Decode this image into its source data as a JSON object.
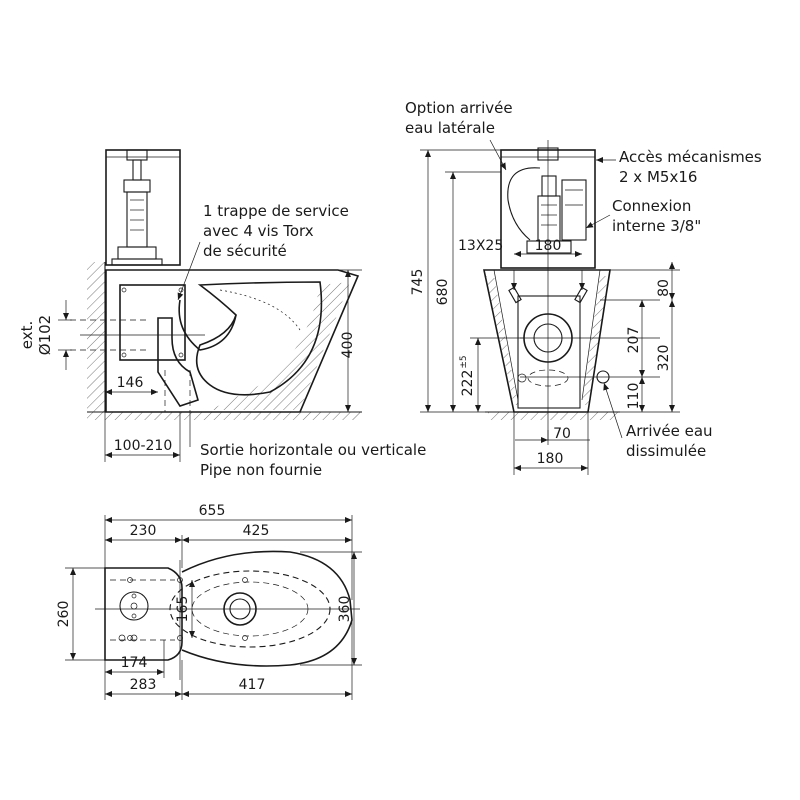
{
  "labels": {
    "service_hatch": [
      "1 trappe de service",
      "avec 4 vis Torx",
      "de sécurité"
    ],
    "outlet": [
      "Sortie horizontale ou verticale",
      "Pipe non fournie"
    ],
    "side_water": [
      "Option arrivée",
      "eau latérale"
    ],
    "access": [
      "Accès mécanismes",
      "2 x M5x16"
    ],
    "connection": [
      "Connexion",
      "interne 3/8\""
    ],
    "hidden_water": [
      "Arrivée eau",
      "dissimulée"
    ],
    "pipe_diameter": [
      "ext.",
      "Ø102"
    ]
  },
  "dimensions": {
    "side_view": {
      "height": "400",
      "offset": "146",
      "range": "100-210"
    },
    "front_view": {
      "total_height": "745",
      "tank_height": "680",
      "slot": "13X25",
      "tank_width": "180",
      "top": "80",
      "inlet_height": "207",
      "outlet_height": "320",
      "lower": "110",
      "base_height": "222",
      "base_tolerance": "±5",
      "base_offset": "70",
      "base_width": "180"
    },
    "top_view": {
      "total_length": "655",
      "tank_length": "230",
      "bowl_length": "425",
      "tank_width": "260",
      "bowl_width": "360",
      "hole_spacing": "165",
      "fixing_1": "174",
      "fixing_2": "283",
      "fixing_3": "417"
    }
  }
}
